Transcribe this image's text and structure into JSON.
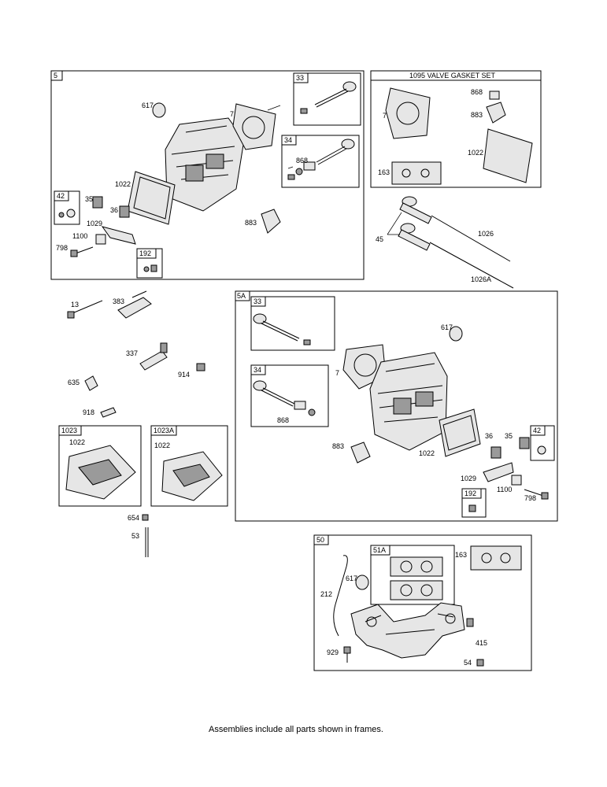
{
  "caption": "Assemblies include all parts shown in frames.",
  "tags": {
    "frame5": "5",
    "frame33a": "33",
    "frame34a": "34",
    "frame42a": "42",
    "frame192a": "192",
    "frame5a": "5A",
    "frame33b": "33",
    "frame34b": "34",
    "frame42b": "42",
    "frame192b": "192",
    "frame1023": "1023",
    "frame1023a": "1023A",
    "frame50": "50",
    "frame51a": "51A"
  },
  "gasket_set_title": "1095 VALVE GASKET SET",
  "labels": {
    "a617": "617",
    "a7": "7",
    "a868": "868",
    "a1022": "1022",
    "a35": "35",
    "a36": "36",
    "a1029": "1029",
    "a1100": "1100",
    "a798": "798",
    "a883": "883",
    "g868": "868",
    "g883": "883",
    "g7": "7",
    "g1022": "1022",
    "g163": "163",
    "p45": "45",
    "p1026": "1026",
    "p1026a": "1026A",
    "m13": "13",
    "m383": "383",
    "m337": "337",
    "m914": "914",
    "m635": "635",
    "m918": "918",
    "c1022a": "1022",
    "c1022b": "1022",
    "m654": "654",
    "m53": "53",
    "b617": "617",
    "b7": "7",
    "b868": "868",
    "b883": "883",
    "b1022": "1022",
    "b36": "36",
    "b35": "35",
    "b1029": "1029",
    "b1100": "1100",
    "b798": "798",
    "e617": "617",
    "e212": "212",
    "e163": "163",
    "e415": "415",
    "e929": "929",
    "e54": "54"
  }
}
